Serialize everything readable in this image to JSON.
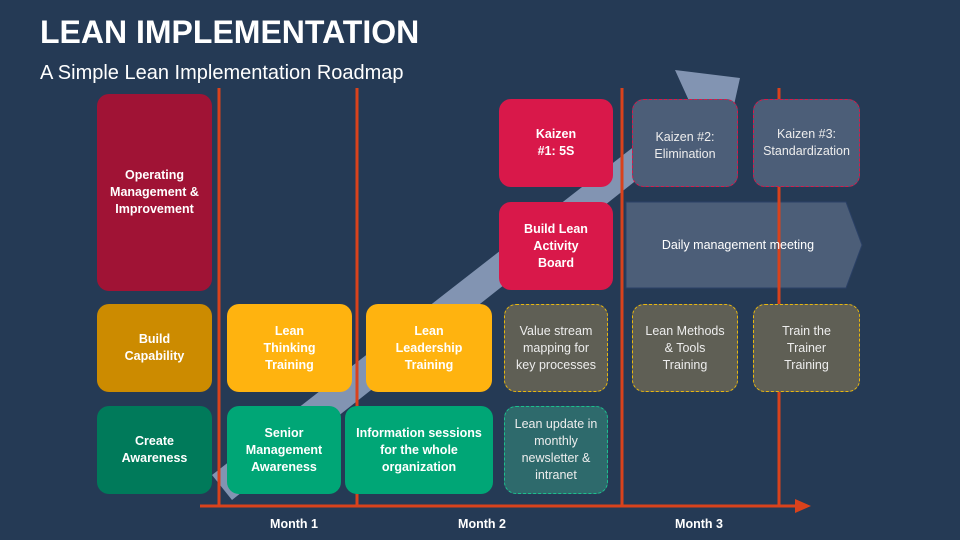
{
  "header": {
    "title": "LEAN IMPLEMENTATION",
    "subtitle": "A Simple Lean Implementation Roadmap"
  },
  "rows": {
    "operating": "Operating\nManagement &\nImprovement",
    "capability": "Build\nCapability",
    "awareness": "Create\nAwareness"
  },
  "month1": {
    "training": "Lean\nThinking\nTraining",
    "awareness": "Senior\nManagement\nAwareness"
  },
  "month2": {
    "training": "Lean\nLeadership\nTraining",
    "sessions": "Information sessions\nfor the whole\norganization",
    "kaizen1": "Kaizen\n#1: 5S",
    "board": "Build Lean\nActivity\nBoard",
    "vsm": "Value stream\nmapping for\nkey processes",
    "newsletter": "Lean update in\nmonthly\nnewsletter &\nintranet"
  },
  "month3": {
    "kaizen2": "Kaizen #2:\nElimination",
    "kaizen3": "Kaizen #3:\nStandardization",
    "daily": "Daily management meeting",
    "methods": "Lean Methods\n& Tools\nTraining",
    "trainer": "Train the\nTrainer\nTraining"
  },
  "timeline": {
    "month1": "Month 1",
    "month2": "Month 2",
    "month3": "Month 3"
  },
  "colors": {
    "background": "#253A55",
    "divider": "#D9421C",
    "maroon": "#A01335",
    "gold": "#CC8B00",
    "amber": "#FFB30F",
    "green": "#00A676",
    "crimson": "#D9184A"
  }
}
